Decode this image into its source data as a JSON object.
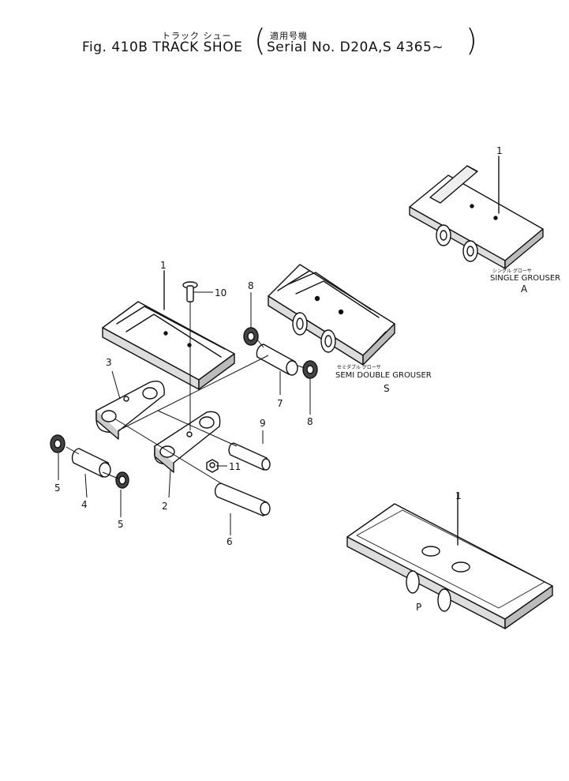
{
  "header": {
    "title_jp": "トラック シュー",
    "serial_jp": "適用号機",
    "fig_line": "Fig. 410B TRACK SHOE",
    "serial_line": "Serial No. D20A,S 4365~"
  },
  "parts": {
    "p1a": "1",
    "p1b": "1",
    "p1c": "1",
    "p2": "2",
    "p3": "3",
    "p4": "4",
    "p5a": "5",
    "p5b": "5",
    "p6": "6",
    "p7": "7",
    "p8a": "8",
    "p8b": "8",
    "p9": "9",
    "p10": "10",
    "p11": "11"
  },
  "variants": {
    "single_jp": "シングル グローサ",
    "single": "SINGLE GROUSER",
    "single_code": "A",
    "semi_jp": "セミダブル グローサ",
    "semi": "SEMI DOUBLE GROUSER",
    "semi_code": "S",
    "flat_code": "P"
  }
}
